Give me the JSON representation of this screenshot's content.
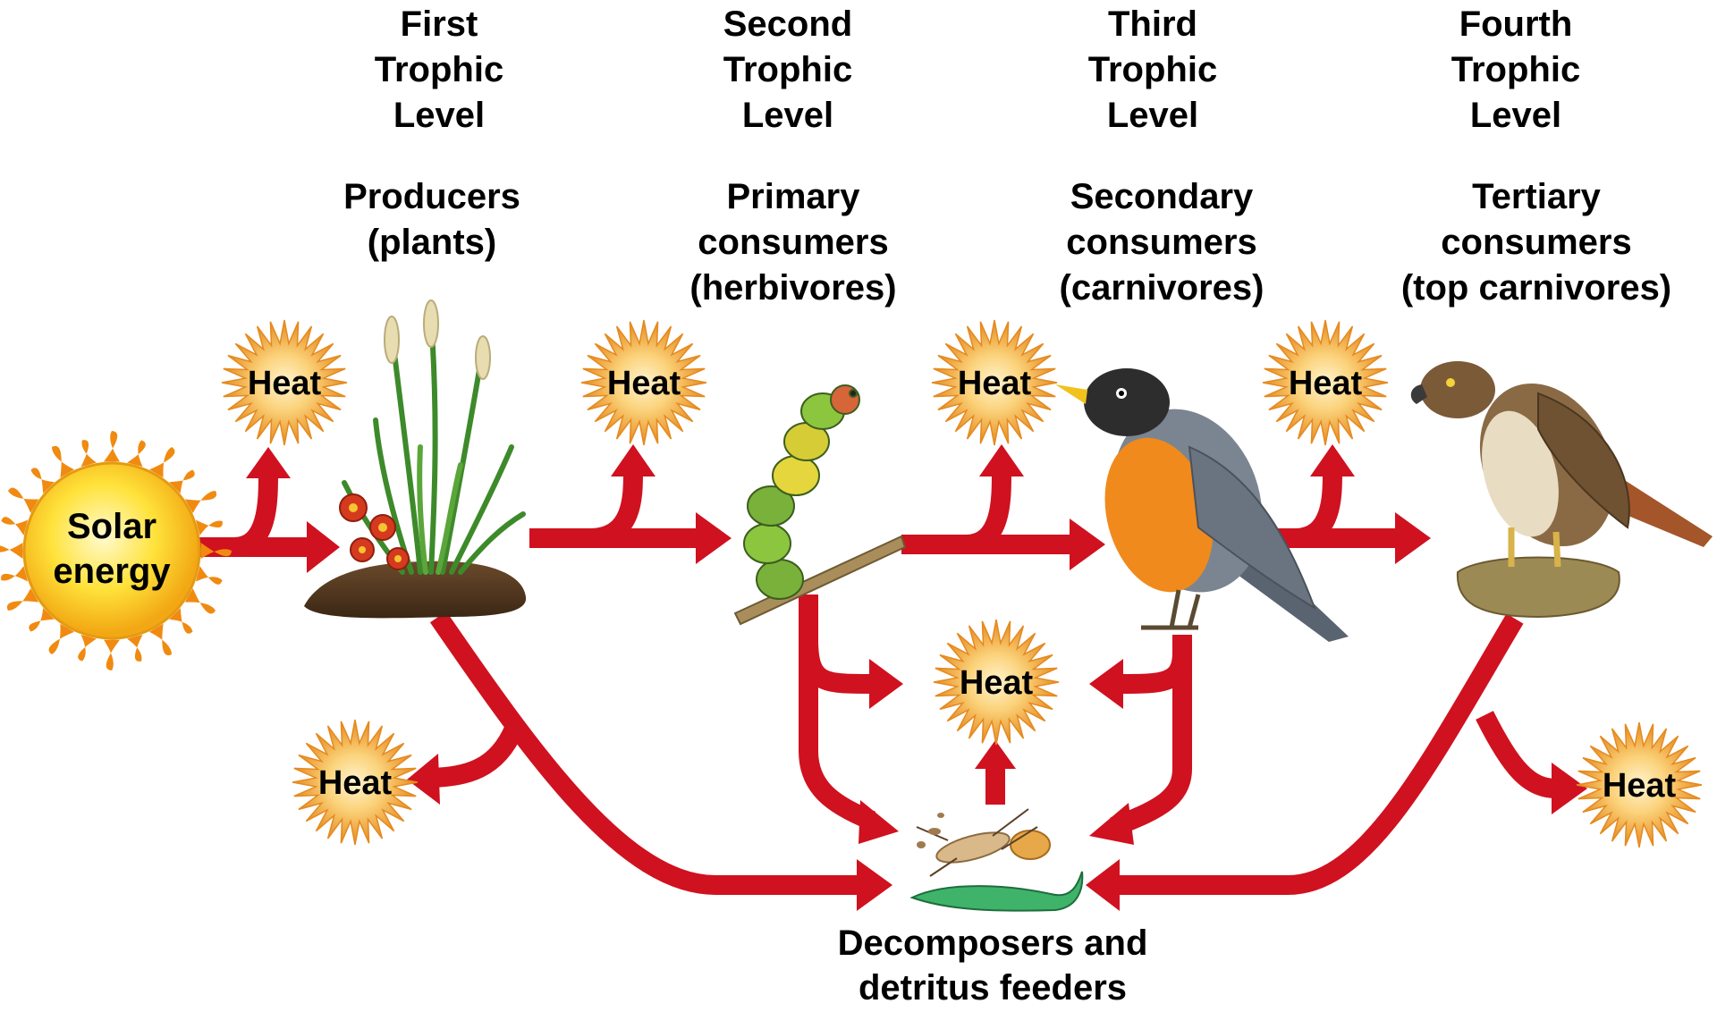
{
  "levels": [
    {
      "level": [
        "First",
        "Trophic",
        "Level"
      ],
      "role": [
        "Producers",
        "(plants)"
      ]
    },
    {
      "level": [
        "Second",
        "Trophic",
        "Level"
      ],
      "role": [
        "Primary",
        "consumers",
        "(herbivores)"
      ]
    },
    {
      "level": [
        "Third",
        "Trophic",
        "Level"
      ],
      "role": [
        "Secondary",
        "consumers",
        "(carnivores)"
      ]
    },
    {
      "level": [
        "Fourth",
        "Trophic",
        "Level"
      ],
      "role": [
        "Tertiary",
        "consumers",
        "(top carnivores)"
      ]
    }
  ],
  "sun": {
    "line1": "Solar",
    "line2": "energy"
  },
  "heat_label": "Heat",
  "decomposers": {
    "line1": "Decomposers and",
    "line2": "detritus feeders"
  },
  "colors": {
    "arrow": "#d0111f",
    "heat_core": "#fbd27a",
    "heat_edge": "#e58a1f",
    "sun_core": "#ffe23a",
    "sun_rays": "#f08a10"
  },
  "icons": [
    "sun-icon",
    "heat-burst-icon",
    "plant-icon",
    "caterpillar-icon",
    "robin-icon",
    "hawk-icon",
    "decomposer-icon"
  ]
}
